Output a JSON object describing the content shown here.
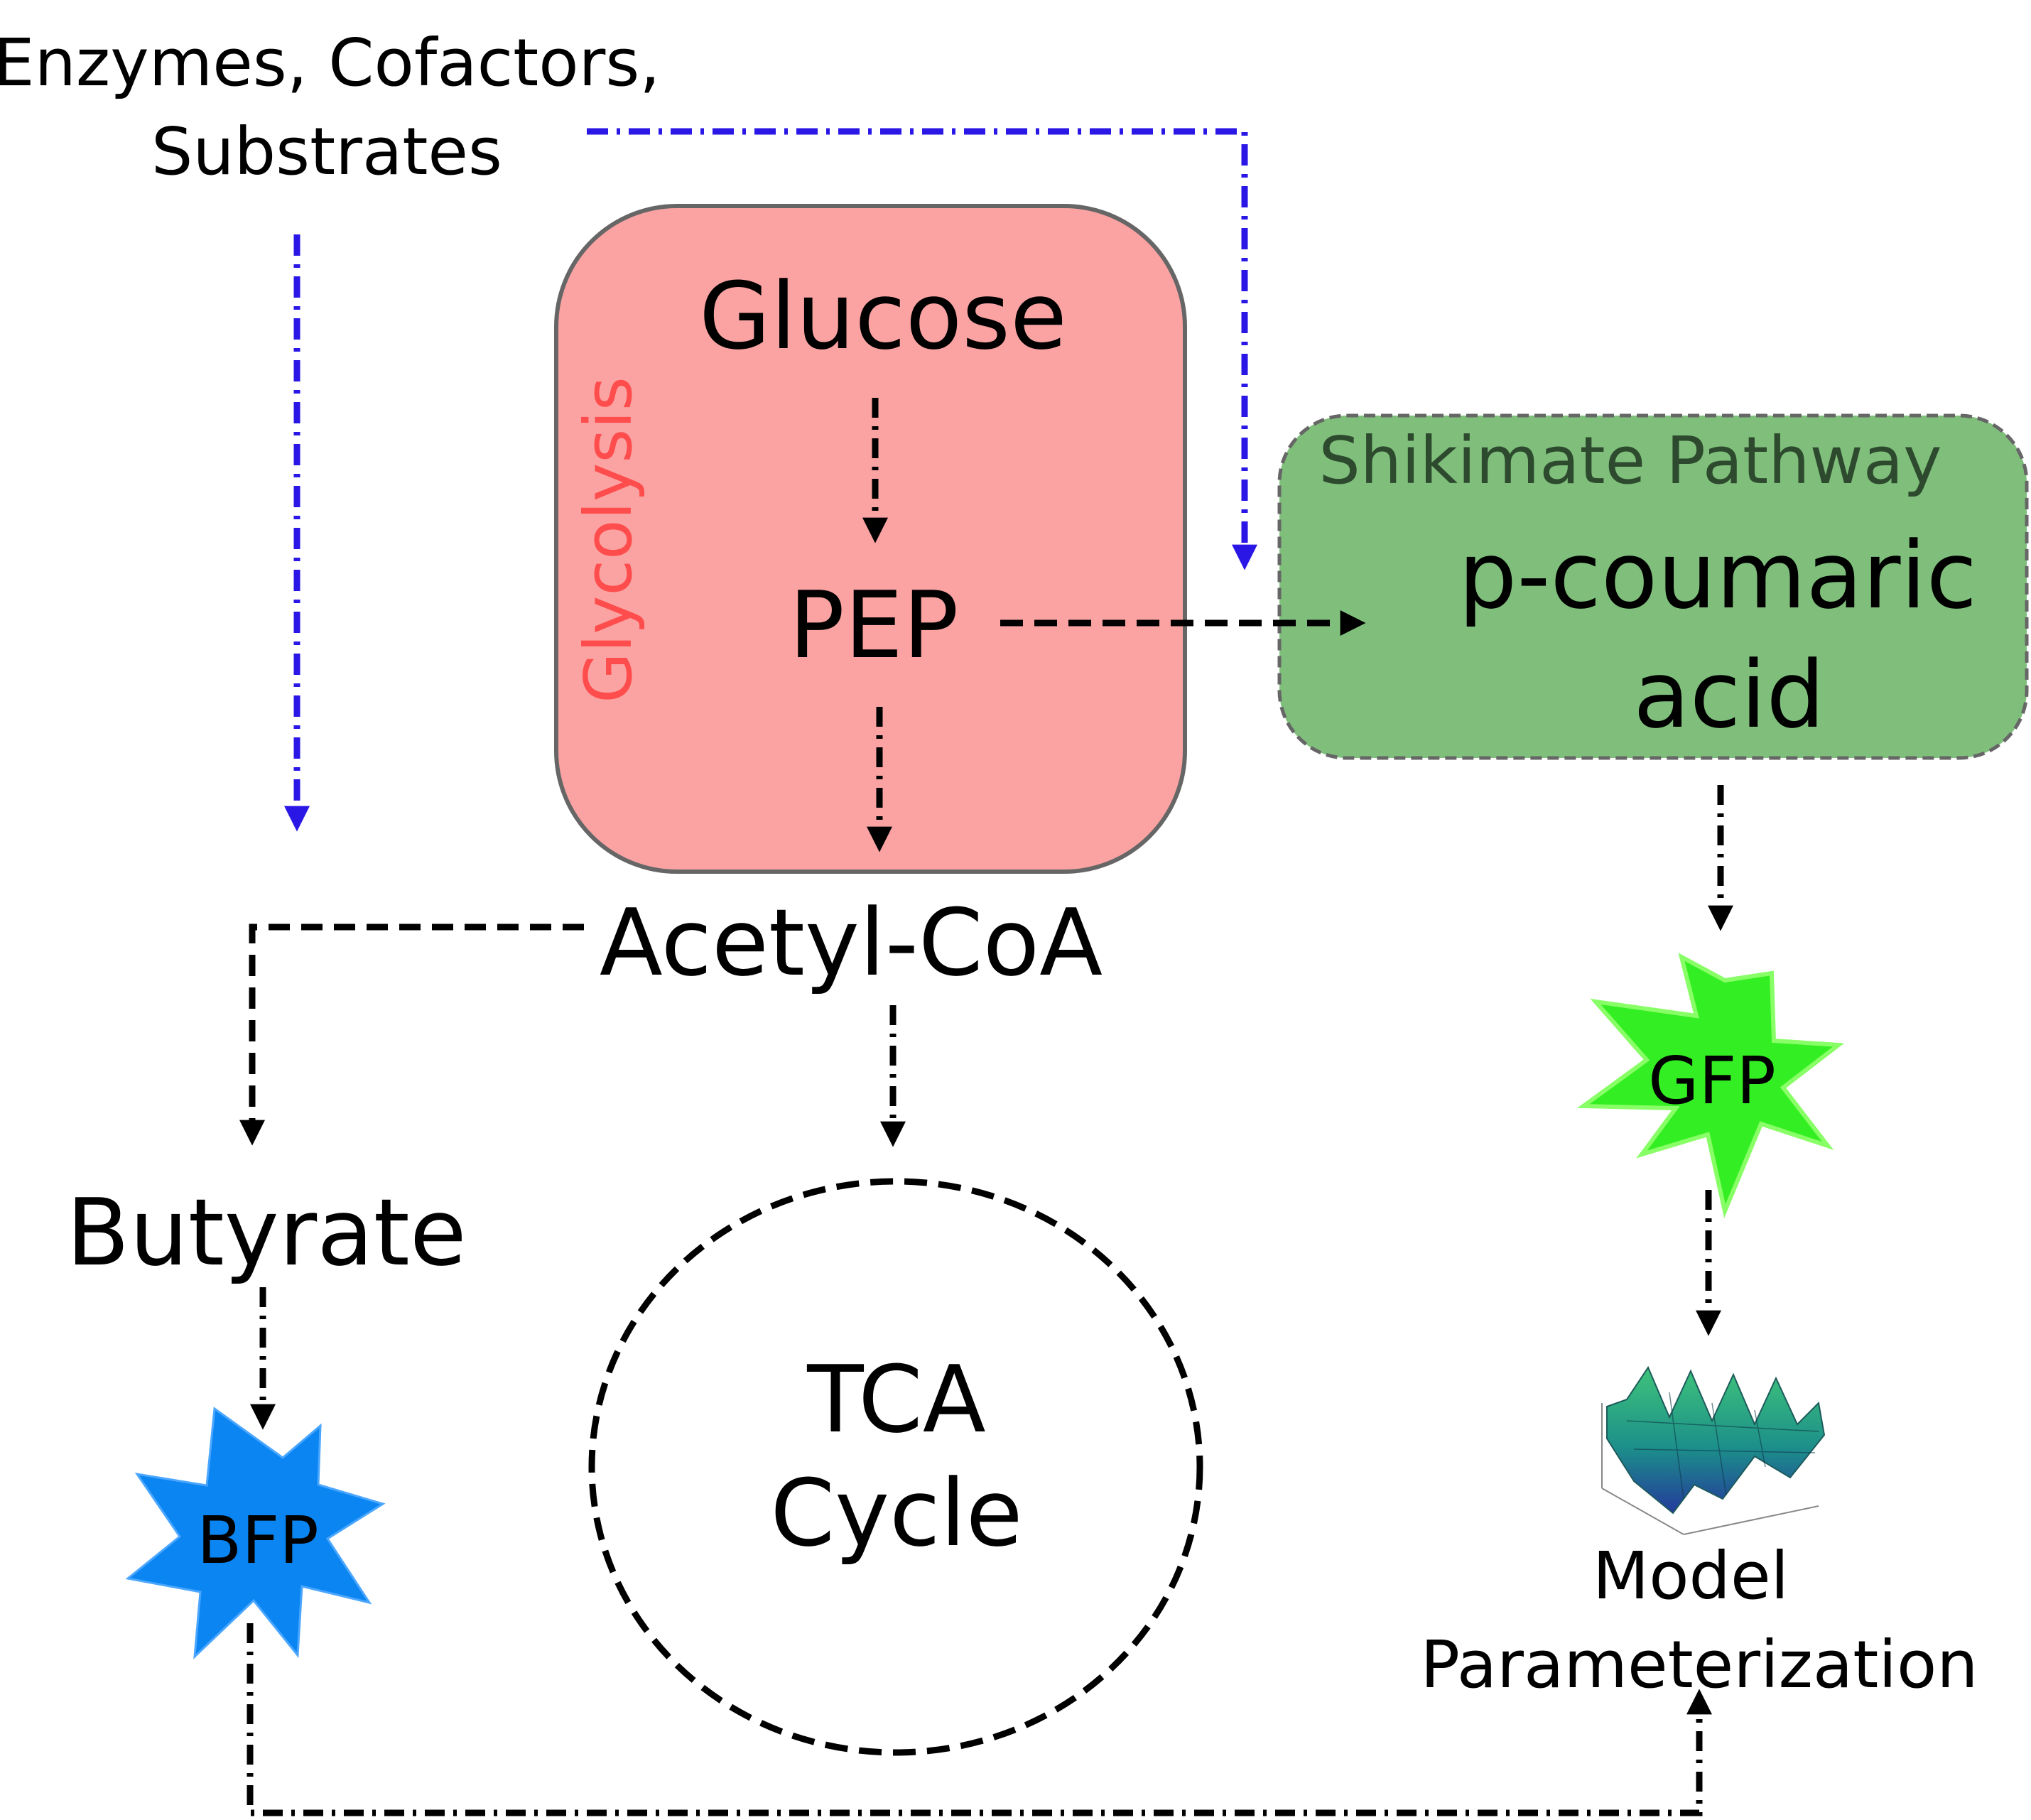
{
  "colors": {
    "glycolysis_fill": "#fba3a3",
    "glycolysis_text": "#ff4c4c",
    "shikimate_fill": "#7fbf7b",
    "shikimate_text": "#2e4a2e",
    "blue_arrow": "#2a17e6",
    "black_arrow": "#000000",
    "bfp": "#0b85f2",
    "gfp_fill": "#33ee22",
    "gfp_stroke": "#88ff66"
  },
  "inputs": {
    "line1": "Enzymes, Cofactors,",
    "line2": "Substrates"
  },
  "glycolysis": {
    "label": "Glycolysis",
    "glucose": "Glucose",
    "pep": "PEP"
  },
  "shikimate": {
    "label": "Shikimate Pathway",
    "product_line1": "p-coumaric",
    "product_line2": "acid"
  },
  "acetyl_coa": "Acetyl-CoA",
  "butyrate": "Butyrate",
  "tca": {
    "line1": "TCA",
    "line2": "Cycle"
  },
  "reporters": {
    "bfp": "BFP",
    "gfp": "GFP"
  },
  "model": {
    "line1": "Model",
    "line2": "Parameterization",
    "plot_icon": "3d-surface-plot-icon"
  }
}
